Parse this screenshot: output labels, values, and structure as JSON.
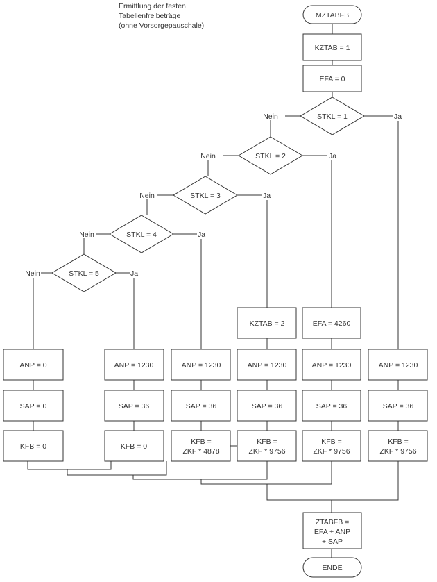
{
  "title": {
    "lines": [
      "Ermittlung der festen",
      "Tabellenfreibeträge",
      "(ohne Vorsorgepauschale)"
    ]
  },
  "colors": {
    "line": "#333333",
    "text": "#333333",
    "background": "#ffffff"
  },
  "branch_labels": {
    "no": "Nein",
    "yes": "Ja"
  },
  "nodes": {
    "start": "MZTABFB",
    "init_kztab": "KZTAB = 1",
    "init_efa": "EFA = 0",
    "dec1": "STKL = 1",
    "dec2": "STKL = 2",
    "dec3": "STKL = 3",
    "dec4": "STKL = 4",
    "dec5": "STKL = 5",
    "kztab2": "KZTAB = 2",
    "efa4260": "EFA = 4260",
    "col1": {
      "anp": "ANP = 0",
      "sap": "SAP = 0",
      "kfb": [
        "KFB = 0"
      ]
    },
    "col2": {
      "anp": "ANP = 1230",
      "sap": "SAP = 36",
      "kfb": [
        "KFB = 0"
      ]
    },
    "col3": {
      "anp": "ANP = 1230",
      "sap": "SAP = 36",
      "kfb": [
        "KFB =",
        "ZKF * 4878"
      ]
    },
    "col4": {
      "anp": "ANP = 1230",
      "sap": "SAP = 36",
      "kfb": [
        "KFB =",
        "ZKF * 9756"
      ]
    },
    "col5": {
      "anp": "ANP = 1230",
      "sap": "SAP = 36",
      "kfb": [
        "KFB =",
        "ZKF * 9756"
      ]
    },
    "col6": {
      "anp": "ANP = 1230",
      "sap": "SAP = 36",
      "kfb": [
        "KFB =",
        "ZKF * 9756"
      ]
    },
    "result": [
      "ZTABFB =",
      "EFA + ANP",
      "+ SAP"
    ],
    "end": "ENDE"
  }
}
